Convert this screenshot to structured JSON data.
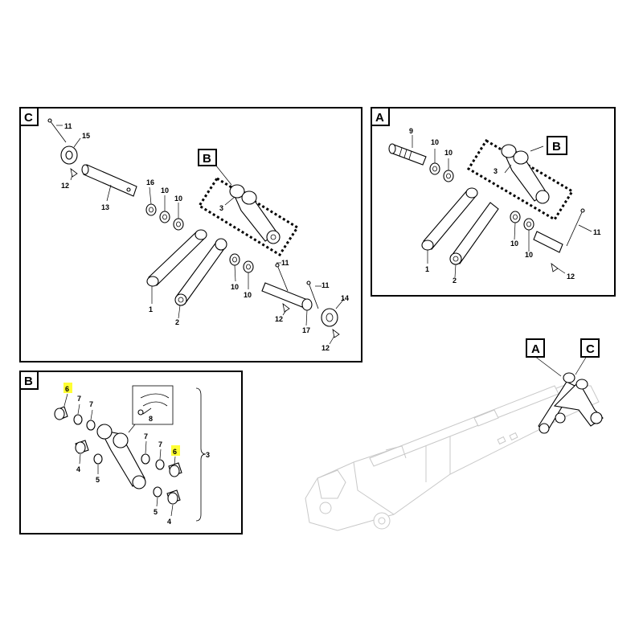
{
  "panels": {
    "C": {
      "tag": "C"
    },
    "A": {
      "tag": "A"
    },
    "B": {
      "tag": "B"
    }
  },
  "callouts": {
    "C": [
      "11",
      "15",
      "12",
      "13",
      "16",
      "10",
      "10",
      "B",
      "3",
      "1",
      "2",
      "10",
      "10",
      "11",
      "11",
      "12",
      "17",
      "14",
      "12"
    ],
    "A": [
      "9",
      "10",
      "10",
      "B",
      "3",
      "1",
      "2",
      "10",
      "10",
      "11",
      "12"
    ],
    "B": [
      "6",
      "7",
      "7",
      "8",
      "7",
      "7",
      "6",
      "4",
      "5",
      "5",
      "4",
      "3"
    ]
  },
  "overview": {
    "label_a": "A",
    "label_c": "C"
  },
  "highlight_color": "#ffff33"
}
